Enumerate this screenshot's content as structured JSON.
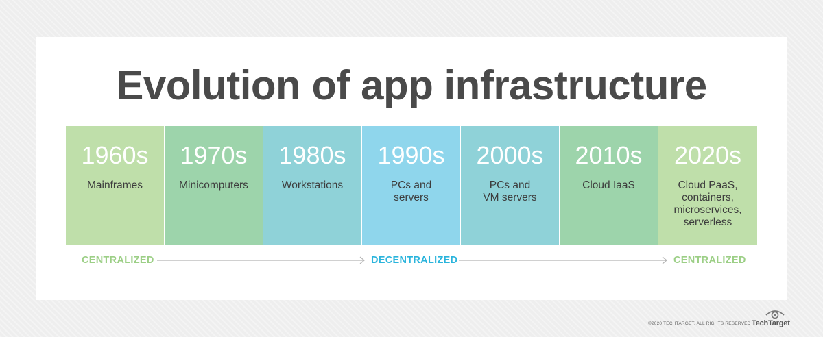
{
  "title": "Evolution of app infrastructure",
  "eras": [
    {
      "year": "1960s",
      "label": "Mainframes",
      "color": "#bfdfaa"
    },
    {
      "year": "1970s",
      "label": "Minicomputers",
      "color": "#9dd4ab"
    },
    {
      "year": "1980s",
      "label": "Workstations",
      "color": "#8fd2d8"
    },
    {
      "year": "1990s",
      "label": "PCs and\nservers",
      "color": "#8fd6ec"
    },
    {
      "year": "2000s",
      "label": "PCs and\nVM servers",
      "color": "#8fd2d8"
    },
    {
      "year": "2010s",
      "label": "Cloud IaaS",
      "color": "#9dd4ab"
    },
    {
      "year": "2020s",
      "label": "Cloud PaaS,\ncontainers,\nmicroservices,\nserverless",
      "color": "#bfdfaa"
    }
  ],
  "flow": {
    "start": "CENTRALIZED",
    "middle": "DECENTRALIZED",
    "end": "CENTRALIZED",
    "centralized_color": "#9ccf86",
    "decentralized_color": "#2ab4dc",
    "arrow_color": "#b5b5b5"
  },
  "footer": {
    "copyright": "©2020 TECHTARGET. ALL RIGHTS RESERVED",
    "logo_text": "TechTarget"
  }
}
